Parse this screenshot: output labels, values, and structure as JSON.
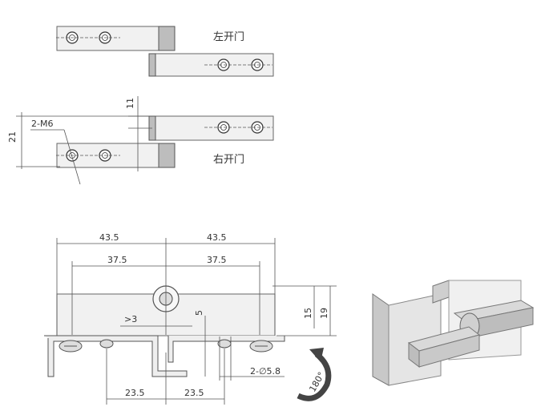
{
  "labels": {
    "left_door": "左开门",
    "right_door": "右开门",
    "thread_callout": "2-M6",
    "hole_callout": "2-∅5.8",
    "rotation": "180°"
  },
  "dimensions": {
    "d11": "11",
    "d21": "21",
    "d43_5_left": "43.5",
    "d43_5_right": "43.5",
    "d37_5_left": "37.5",
    "d37_5_right": "37.5",
    "d23_5_left": "23.5",
    "d23_5_right": "23.5",
    "d3": ">3",
    "d5": "5",
    "d15": "15",
    "d19": "19"
  },
  "colors": {
    "line": "#555555",
    "part_fill": "#f1f1f1",
    "shade": "#bdbdbd"
  }
}
